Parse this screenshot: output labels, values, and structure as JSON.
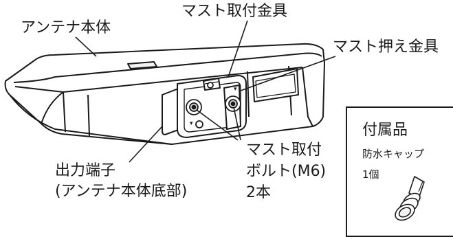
{
  "labels": {
    "antenna_body": "アンテナ本体",
    "mast_bracket": "マスト取付金具",
    "mast_clamp": "マスト押え金具",
    "mast_bolt_line1": "マスト取付",
    "mast_bolt_line2": "ボルト(M6)",
    "mast_bolt_line3": "2本",
    "output_terminal_line1": "出力端子",
    "output_terminal_line2": "(アンテナ本体底部)"
  },
  "accessories": {
    "title": "付属品",
    "item_name": "防水キャップ",
    "item_qty": "1個"
  }
}
